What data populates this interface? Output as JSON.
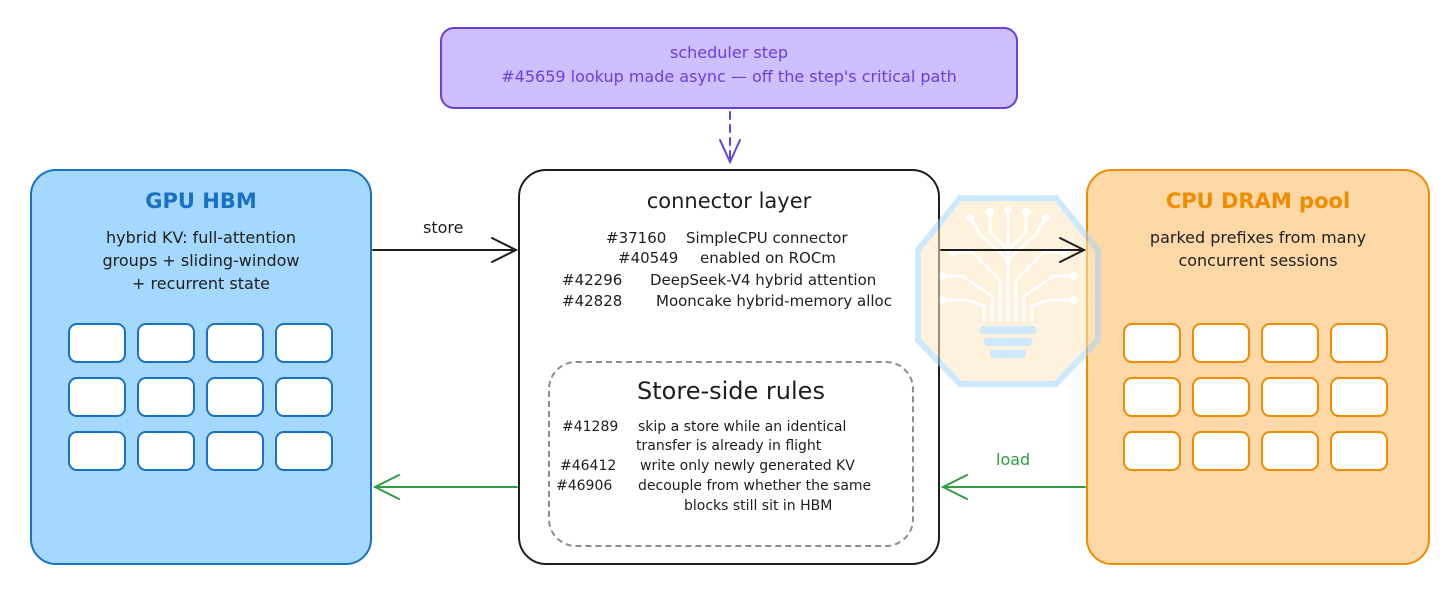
{
  "scheduler": {
    "title": "scheduler step",
    "detail": "#45659  lookup made async — off the step's critical path"
  },
  "gpu": {
    "title": "GPU HBM",
    "desc": [
      "hybrid KV: full-attention",
      "groups + sliding-window",
      "+ recurrent state"
    ]
  },
  "cpu": {
    "title": "CPU DRAM pool",
    "desc": [
      "parked prefixes from many",
      "concurrent sessions"
    ]
  },
  "connector": {
    "title": "connector layer",
    "prs": [
      {
        "id": "#37160",
        "text": "SimpleCPU connector"
      },
      {
        "id": "#40549",
        "text": "enabled on ROCm"
      },
      {
        "id": "#42296",
        "text": "DeepSeek-V4 hybrid attention"
      },
      {
        "id": "#42828",
        "text": "Mooncake hybrid-memory alloc"
      }
    ]
  },
  "rules": {
    "title": "Store-side rules",
    "items": [
      {
        "id": "#41289",
        "lines": [
          "skip a store while an identical",
          "transfer is already in flight"
        ]
      },
      {
        "id": "#46412",
        "lines": [
          "write only newly generated KV"
        ]
      },
      {
        "id": "#46906",
        "lines": [
          "decouple from whether the same",
          "blocks still sit in HBM"
        ]
      }
    ]
  },
  "arrows": {
    "store_label": "store",
    "load_label": "load"
  },
  "colors": {
    "purple": "#6741d9",
    "blue": "#1971c2",
    "orange": "#f08c00",
    "green": "#2f9e44"
  },
  "icons": {
    "watermark": "circuit-bulb-icon"
  }
}
